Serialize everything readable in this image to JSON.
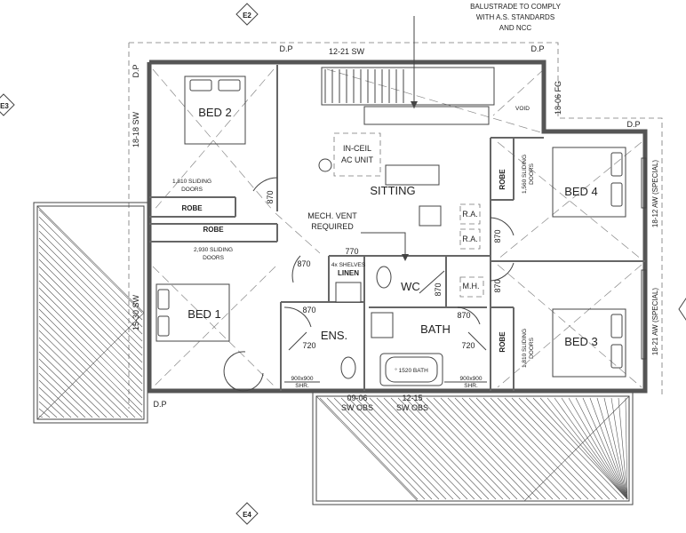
{
  "markers": {
    "top": "E2",
    "bottom": "E4",
    "left": "E3"
  },
  "notes": {
    "balustrade": [
      "BALUSTRADE TO COMPLY",
      "WITH A.S. STANDARDS",
      "AND NCC"
    ],
    "void": "VOID",
    "mech_vent": [
      "MECH. VENT",
      "REQUIRED"
    ],
    "ac_unit": [
      "IN-CEIL",
      "AC UNIT"
    ],
    "bath_fixture": "° 1520 BATH",
    "shower_left": [
      "900x900",
      "SHR."
    ],
    "shower_right": [
      "900x900",
      "SHR."
    ]
  },
  "rooms": {
    "bed1": "BED 1",
    "bed2": "BED 2",
    "bed3": "BED 3",
    "bed4": "BED 4",
    "sitting": "SITTING",
    "ens": "ENS.",
    "bath": "BATH",
    "wc": "WC",
    "linen": "LINEN",
    "linen_shelves": "4x SHELVES",
    "mh": "M.H.",
    "ra1": "R.A.",
    "ra2": "R.A.",
    "robe_bed2": "ROBE",
    "robe_bed1": "ROBE",
    "robe_bed4": "ROBE",
    "robe_bed3": "ROBE"
  },
  "doors": {
    "robe_bed2": [
      "1,810 SLIDING",
      "DOORS"
    ],
    "robe_bed1": [
      "2,930 SLIDING",
      "DOORS"
    ],
    "robe_bed4": [
      "1,560 SLIDING",
      "DOORS"
    ],
    "robe_bed3": [
      "1,810 SLIDING",
      "DOORS"
    ]
  },
  "dims": {
    "d870_a": "870",
    "d870_b": "870",
    "d870_c": "870",
    "d870_d": "870",
    "d870_e": "870",
    "d870_f": "870",
    "d870_g": "870",
    "d770": "770",
    "d720_a": "720",
    "d720_b": "720"
  },
  "windows": {
    "top": "12-21 SW",
    "left_top": "18-18 SW",
    "left_bottom": "15-30 SW",
    "right_void": "18-06 FG",
    "right_bed4": "18-12 AW (SPECIAL)",
    "right_bed3": "18-21 AW (SPECIAL)",
    "bottom_a": [
      "09-06",
      "SW OBS"
    ],
    "bottom_b": [
      "12-15",
      "SW OBS"
    ]
  },
  "downpipes": {
    "a": "D.P",
    "b": "D.P",
    "c": "D.P",
    "d": "D.P",
    "e": "D.P"
  }
}
